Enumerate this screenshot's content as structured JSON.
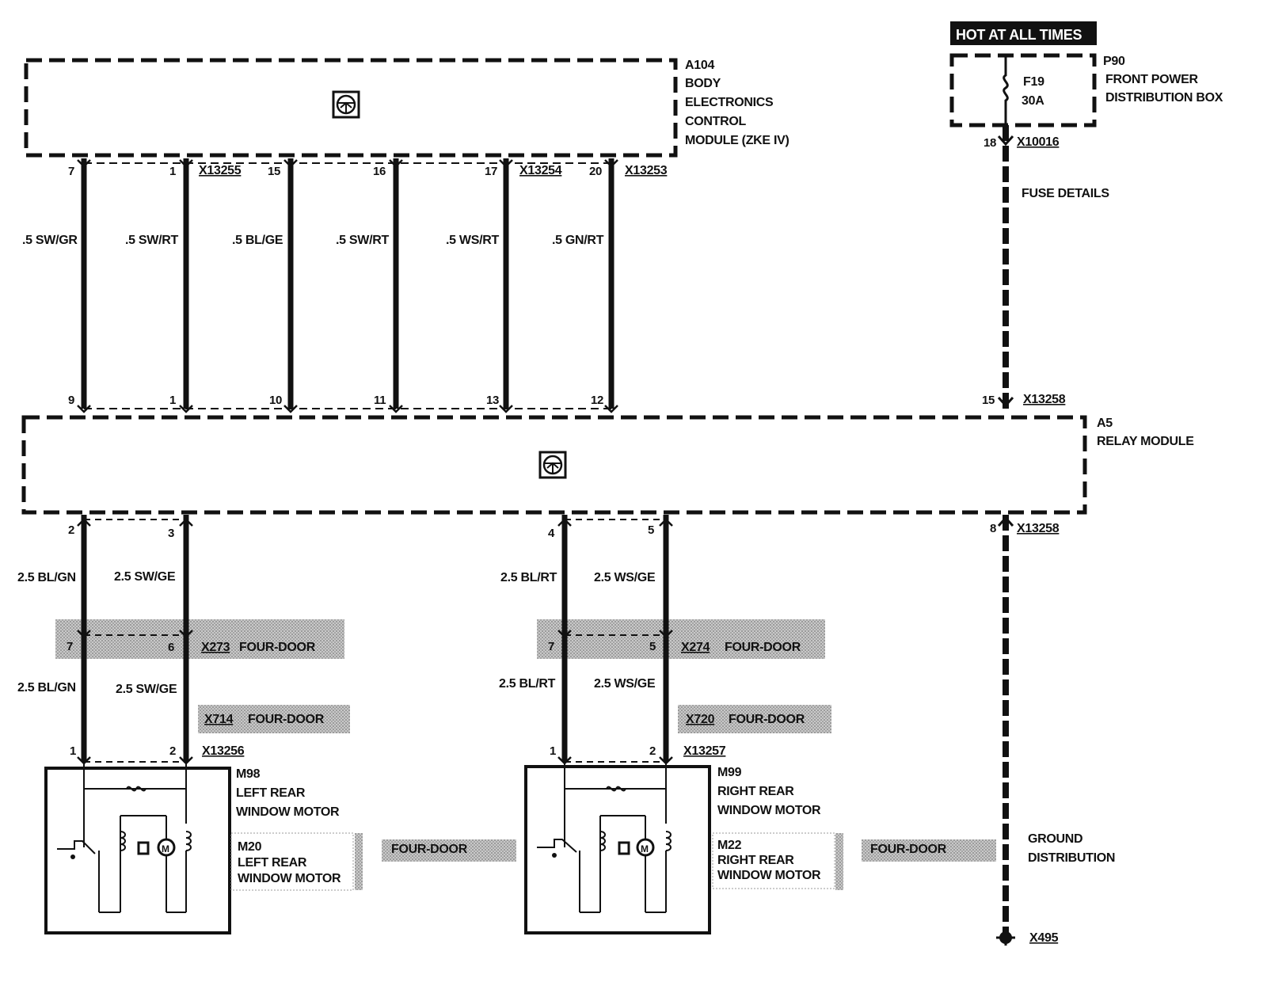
{
  "hot_at_all_times": "HOT AT ALL TIMES",
  "components": {
    "a104": [
      "A104",
      "BODY",
      "ELECTRONICS",
      "CONTROL",
      "MODULE (ZKE IV)"
    ],
    "p90": [
      "P90",
      "FRONT POWER",
      "DISTRIBUTION BOX"
    ],
    "fuse": [
      "F19",
      "30A"
    ],
    "a5": [
      "A5",
      "RELAY MODULE"
    ],
    "m98": [
      "M98",
      "LEFT REAR",
      "WINDOW MOTOR"
    ],
    "m99": [
      "M99",
      "RIGHT REAR",
      "WINDOW MOTOR"
    ],
    "m20": [
      "M20",
      "LEFT REAR",
      "WINDOW MOTOR"
    ],
    "m22": [
      "M22",
      "RIGHT REAR",
      "WINDOW MOTOR"
    ]
  },
  "connectors": {
    "x13255": "X13255",
    "x13254": "X13254",
    "x13253": "X13253",
    "x10016": "X10016",
    "x13258_top": "X13258",
    "x13258_bottom": "X13258",
    "x273": "X273",
    "x274": "X274",
    "x714": "X714",
    "x720": "X720",
    "x13256": "X13256",
    "x13257": "X13257",
    "x495": "X495"
  },
  "four_door": "FOUR-DOOR",
  "fuse_details": "FUSE DETAILS",
  "ground_distribution": [
    "GROUND",
    "DISTRIBUTION"
  ],
  "top_wires": [
    {
      "pin_top": "7",
      "pin_bottom": "9",
      "label": ".5 SW/GR"
    },
    {
      "pin_top": "1",
      "pin_bottom": "1",
      "label": ".5 SW/RT"
    },
    {
      "pin_top": "15",
      "pin_bottom": "10",
      "label": ".5 BL/GE"
    },
    {
      "pin_top": "16",
      "pin_bottom": "11",
      "label": ".5 SW/RT"
    },
    {
      "pin_top": "17",
      "pin_bottom": "13",
      "label": ".5 WS/RT"
    },
    {
      "pin_top": "20",
      "pin_bottom": "12",
      "label": ".5 GN/RT"
    }
  ],
  "power_pins": {
    "p90_out": "18",
    "a5_in": "15",
    "a5_out": "8"
  },
  "bottom_wires": [
    {
      "pin_a5": "2",
      "label_upper": "2.5 BL/GN",
      "pin_mid": "7",
      "label_lower": "2.5 BL/GN",
      "pin_motor": "1"
    },
    {
      "pin_a5": "3",
      "label_upper": "2.5 SW/GE",
      "pin_mid": "6",
      "label_lower": "2.5 SW/GE",
      "pin_motor": "2"
    },
    {
      "pin_a5": "4",
      "label_upper": "2.5 BL/RT",
      "pin_mid": "7",
      "label_lower": "2.5 BL/RT",
      "pin_motor": "1"
    },
    {
      "pin_a5": "5",
      "label_upper": "2.5 WS/GE",
      "pin_mid": "5",
      "label_lower": "2.5 WS/GE",
      "pin_motor": "2"
    }
  ]
}
